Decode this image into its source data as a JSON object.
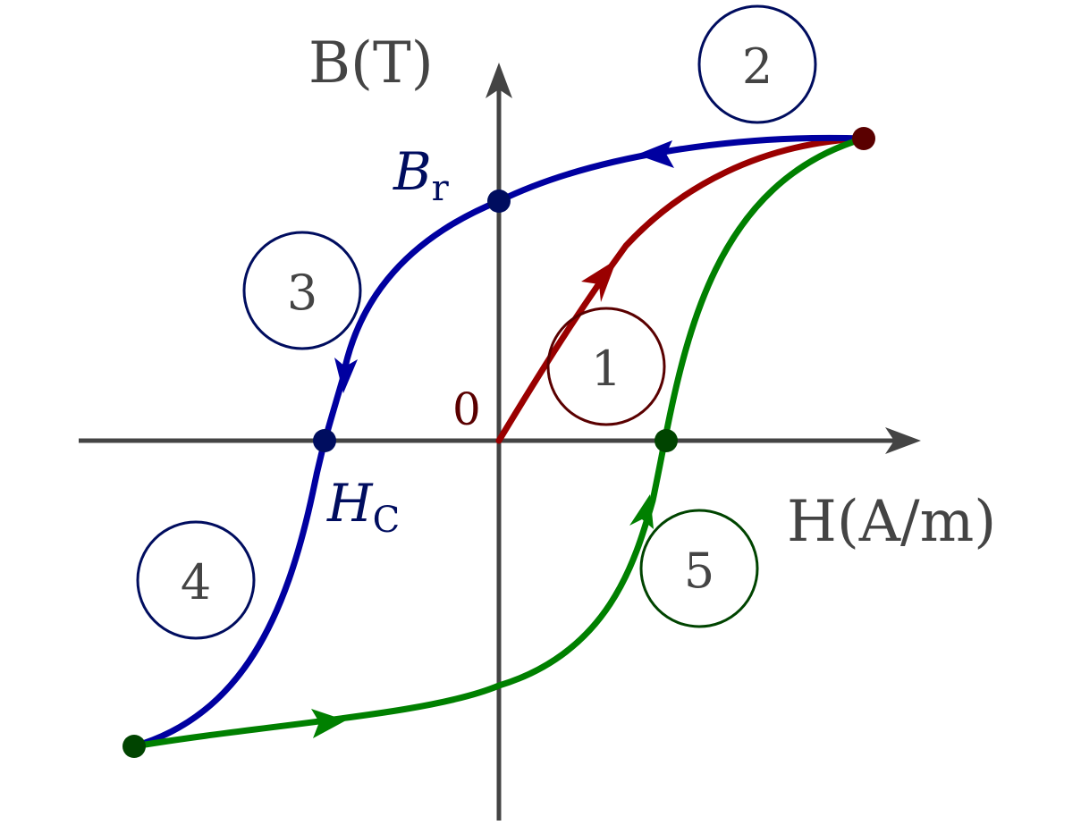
{
  "axes": {
    "x_label": "H(A/m)",
    "y_label": "B(T)",
    "origin_label": "0"
  },
  "labels": {
    "remanence": {
      "main": "B",
      "sub": "r"
    },
    "coercivity": {
      "main": "H",
      "sub": "C"
    }
  },
  "steps": [
    {
      "number": "1",
      "color": "#5a0000"
    },
    {
      "number": "2",
      "color": "#000d5f"
    },
    {
      "number": "3",
      "color": "#000d5f"
    },
    {
      "number": "4",
      "color": "#000d5f"
    },
    {
      "number": "5",
      "color": "#004400"
    }
  ],
  "colors": {
    "axis": "#444444",
    "initial_curve": "#9a0000",
    "descending_curve": "#0000a0",
    "ascending_curve": "#008000",
    "point_dark_red": "#5a0000",
    "point_dark_blue": "#000d5f",
    "point_dark_green": "#004400",
    "label_blue": "#000d5f",
    "label_red": "#5a0000"
  }
}
